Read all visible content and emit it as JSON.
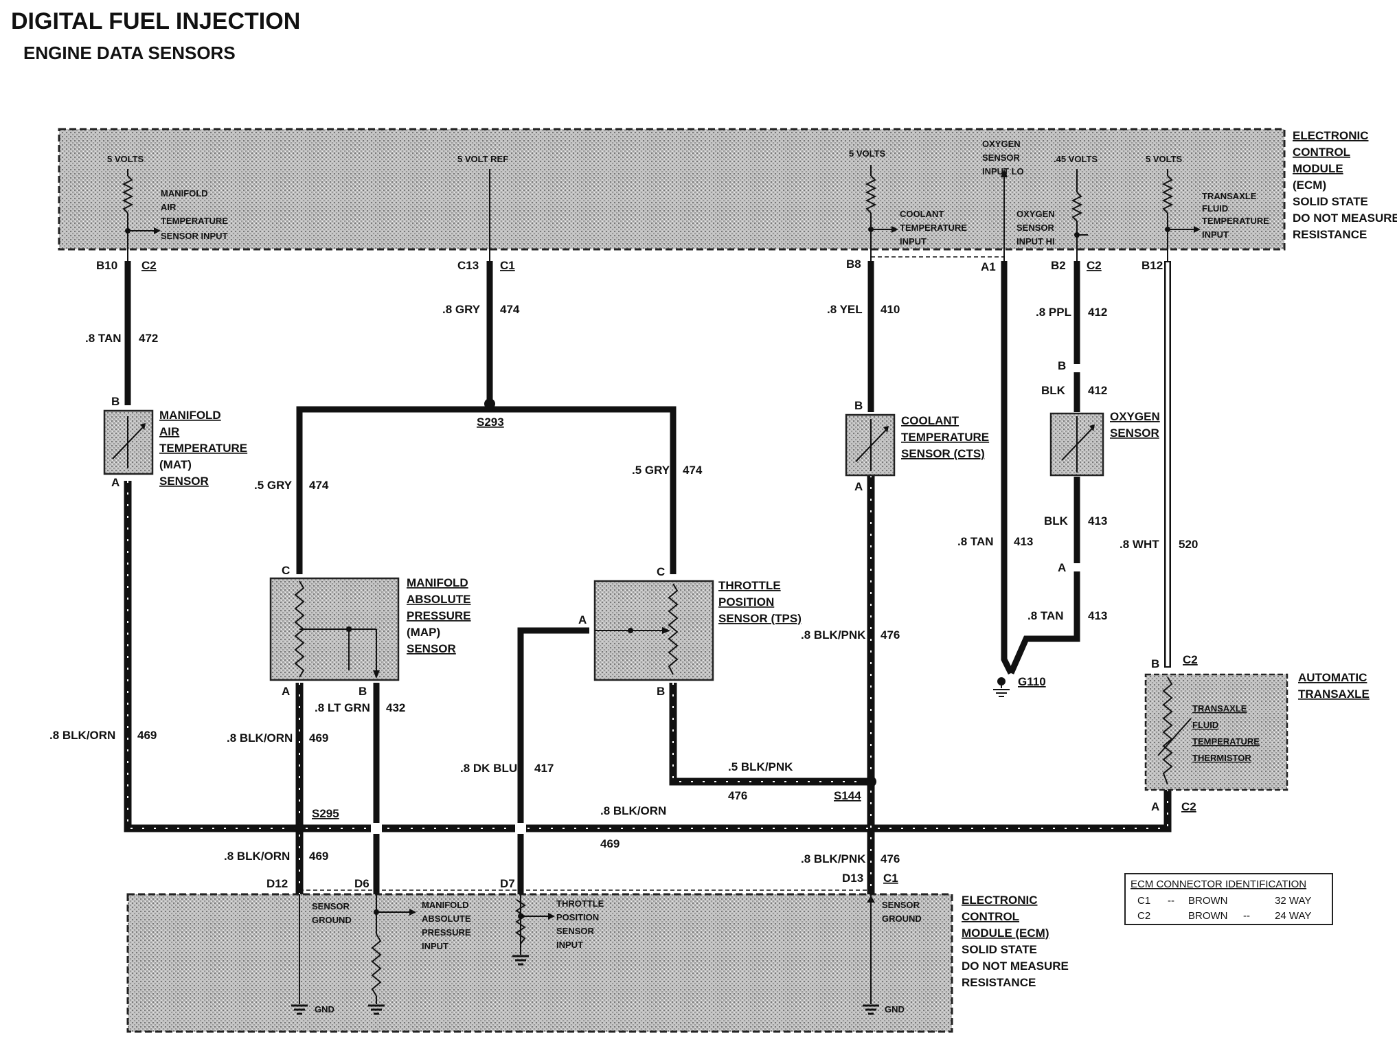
{
  "header": {
    "title": "DIGITAL FUEL INJECTION",
    "subtitle": "ENGINE DATA SENSORS"
  },
  "top_ecm": {
    "label_lines": [
      "ELECTRONIC",
      "CONTROL",
      "MODULE",
      "(ECM)",
      "SOLID STATE",
      "DO NOT MEASURE",
      "RESISTANCE"
    ],
    "inner": {
      "mat_volts": "5 VOLTS",
      "mat_input": [
        "MANIFOLD",
        "AIR",
        "TEMPERATURE",
        "SENSOR INPUT"
      ],
      "ref": "5 VOLT REF",
      "cts_volts": "5 VOLTS",
      "cts_input": [
        "COOLANT",
        "TEMPERATURE",
        "INPUT"
      ],
      "o2_lo": [
        "OXYGEN",
        "SENSOR",
        "INPUT LO"
      ],
      "o2_hi_volts": ".45 VOLTS",
      "o2_hi": [
        "OXYGEN",
        "SENSOR",
        "INPUT HI"
      ],
      "tft_volts": "5 VOLTS",
      "tft_input": [
        "TRANSAXLE",
        "FLUID",
        "TEMPERATURE",
        "INPUT"
      ]
    }
  },
  "bottom_ecm": {
    "label_lines": [
      "ELECTRONIC",
      "CONTROL",
      "MODULE (ECM)",
      "SOLID STATE",
      "DO NOT MEASURE",
      "RESISTANCE"
    ],
    "inner": {
      "sensor_ground_1": [
        "SENSOR",
        "GROUND"
      ],
      "map_input": [
        "MANIFOLD",
        "ABSOLUTE",
        "PRESSURE",
        "INPUT"
      ],
      "tps_input": [
        "THROTTLE",
        "POSITION",
        "SENSOR",
        "INPUT"
      ],
      "sensor_ground_2": [
        "SENSOR",
        "GROUND"
      ],
      "gnd_1": "GND",
      "gnd_2": "GND"
    }
  },
  "terminals": {
    "b10": "B10",
    "c2_a": "C2",
    "c13": "C13",
    "c1_a": "C1",
    "b8": "B8",
    "a1": "A1",
    "b2": "B2",
    "c2_b": "C2",
    "b12": "B12",
    "d12": "D12",
    "d6": "D6",
    "d7": "D7",
    "d13": "D13",
    "c1_b": "C1"
  },
  "wires": {
    "w472": {
      "color": ".8 TAN",
      "circuit": "472"
    },
    "w474_top": {
      "color": ".8 GRY",
      "circuit": "474"
    },
    "w410": {
      "color": ".8 YEL",
      "circuit": "410"
    },
    "w412_top": {
      "color": ".8 PPL",
      "circuit": "412"
    },
    "w412_blk": {
      "color": "BLK",
      "circuit": "412"
    },
    "w474_left": {
      "color": ".5 GRY",
      "circuit": "474"
    },
    "w474_right": {
      "color": ".5 GRY",
      "circuit": "474"
    },
    "w413_blk": {
      "color": "BLK",
      "circuit": "413"
    },
    "w413_tan_long": {
      "color": ".8 TAN",
      "circuit": "413"
    },
    "w413_tan_short": {
      "color": ".8 TAN",
      "circuit": "413"
    },
    "w520": {
      "color": ".8 WHT",
      "circuit": "520"
    },
    "w476_a": {
      "color": ".8 BLK/PNK",
      "circuit": "476"
    },
    "w469_left": {
      "color": ".8 BLK/ORN",
      "circuit": "469"
    },
    "w469_map": {
      "color": ".8 BLK/ORN",
      "circuit": "469"
    },
    "w432": {
      "color": ".8 LT GRN",
      "circuit": "432"
    },
    "w417": {
      "color": ".8 DK BLU",
      "circuit": "417"
    },
    "w476_tps": {
      "color": ".5 BLK/PNK",
      "circuit": "476"
    },
    "w469_bus": {
      "color": ".8 BLK/ORN",
      "circuit": "469"
    },
    "w469_bottom": {
      "color": ".8 BLK/ORN",
      "circuit": "469"
    },
    "w476_bottom": {
      "color": ".8 BLK/PNK",
      "circuit": "476"
    }
  },
  "splices": {
    "s293": "S293",
    "s295": "S295",
    "s144": "S144"
  },
  "ground": {
    "g110": "G110"
  },
  "components": {
    "mat": {
      "lines": [
        "MANIFOLD",
        "AIR",
        "TEMPERATURE",
        "(MAT)",
        "SENSOR"
      ],
      "pin_top": "B",
      "pin_bottom": "A"
    },
    "map": {
      "lines": [
        "MANIFOLD",
        "ABSOLUTE",
        "PRESSURE",
        "(MAP)",
        "SENSOR"
      ],
      "pin_c": "C",
      "pin_a": "A",
      "pin_b": "B"
    },
    "tps": {
      "lines": [
        "THROTTLE",
        "POSITION",
        "SENSOR (TPS)"
      ],
      "pin_c": "C",
      "pin_a": "A",
      "pin_b": "B"
    },
    "cts": {
      "lines": [
        "COOLANT",
        "TEMPERATURE",
        "SENSOR (CTS)"
      ],
      "pin_top": "B",
      "pin_bottom": "A"
    },
    "o2": {
      "lines": [
        "OXYGEN",
        "SENSOR"
      ],
      "pin_top": "B",
      "pin_bottom": "A"
    },
    "transaxle": {
      "inner_lines": [
        "TRANSAXLE",
        "FLUID",
        "TEMPERATURE",
        "THERMISTOR"
      ],
      "label_lines": [
        "AUTOMATIC",
        "TRANSAXLE"
      ],
      "pin_top": "B",
      "pin_top_conn": "C2",
      "pin_bottom": "A",
      "pin_bottom_conn": "C2"
    }
  },
  "connector_id": {
    "title": "ECM CONNECTOR IDENTIFICATION",
    "rows": [
      {
        "id": "C1",
        "dash1": "--",
        "color": "BROWN",
        "dash2": "",
        "way": "32 WAY"
      },
      {
        "id": "C2",
        "dash1": "",
        "color": "BROWN",
        "dash2": "--",
        "way": "24 WAY"
      }
    ]
  }
}
